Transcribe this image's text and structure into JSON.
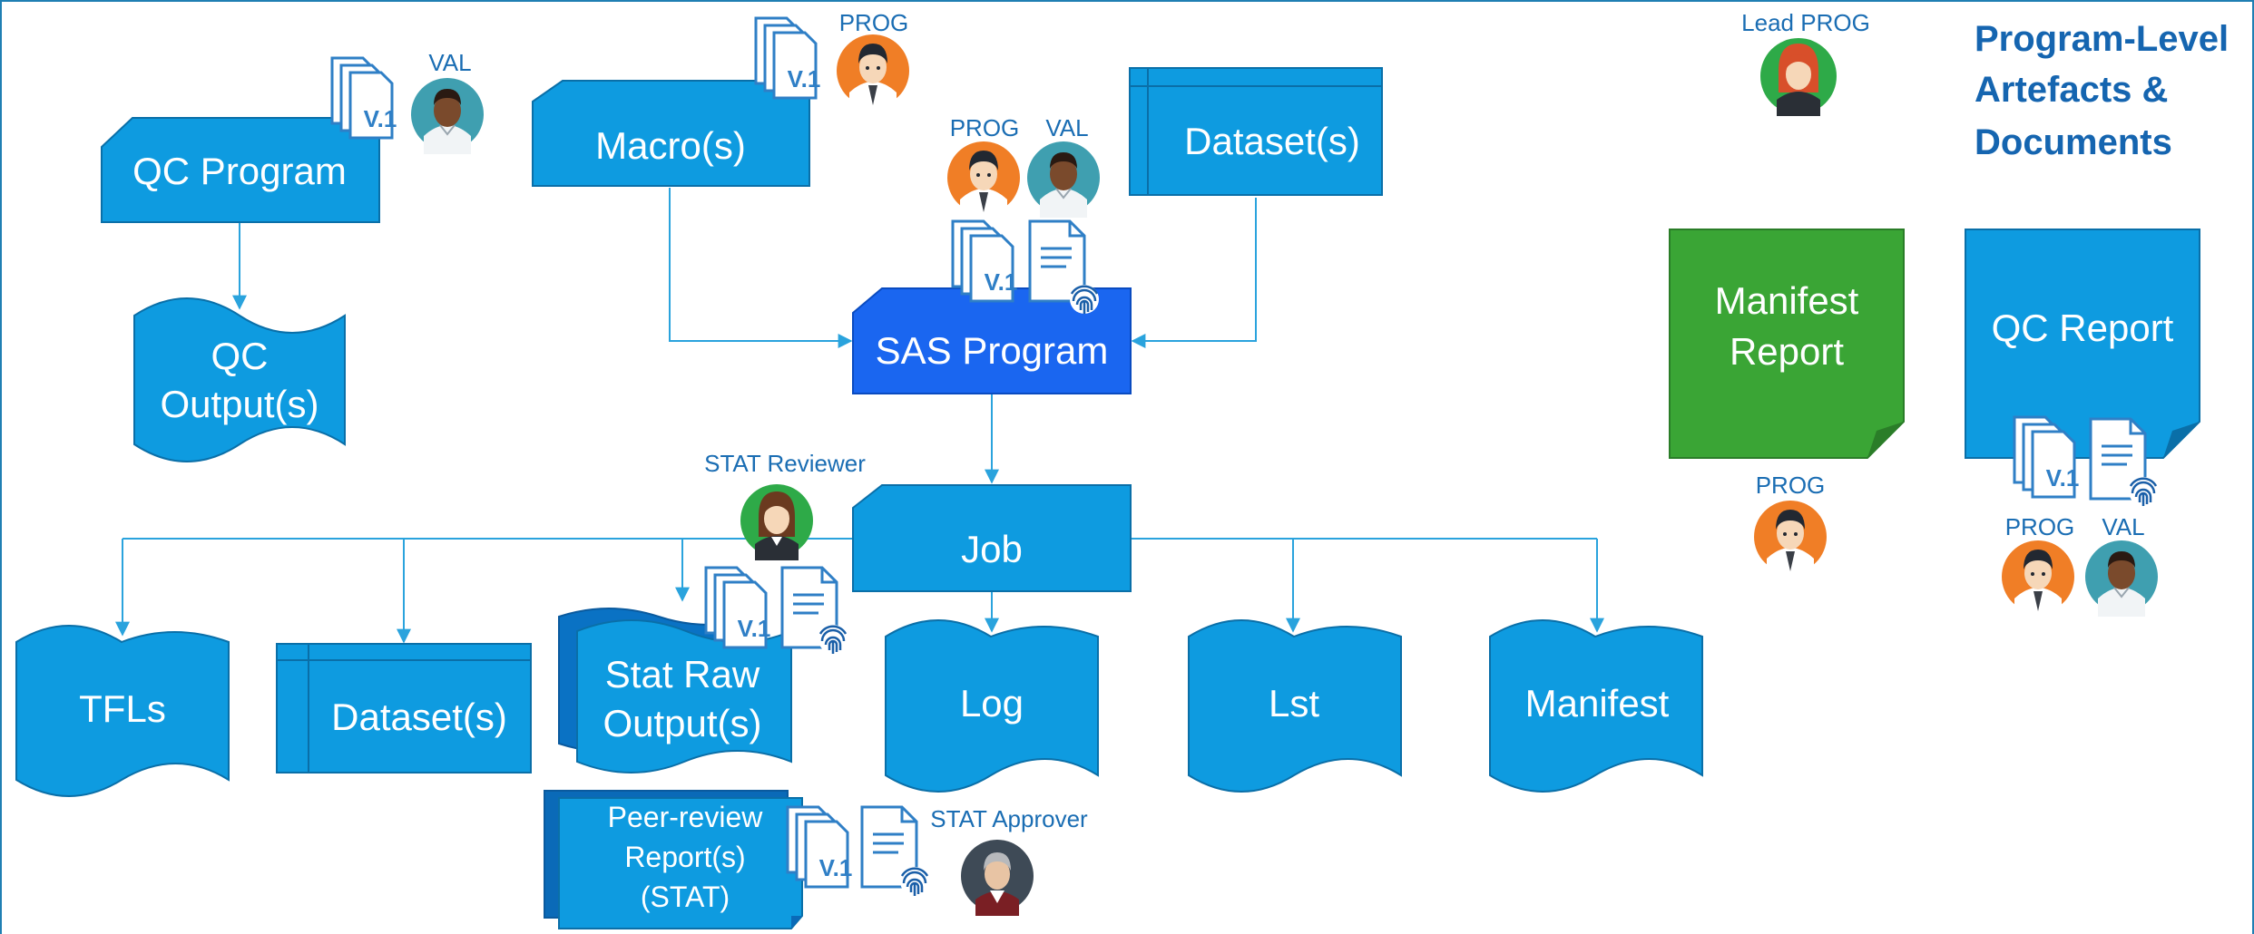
{
  "title": {
    "line1": "Program-Level",
    "line2": "Artefacts &",
    "line3": "Documents"
  },
  "version_badge": "V.1",
  "roles": {
    "prog": "PROG",
    "val": "VAL",
    "lead_prog": "Lead PROG",
    "stat_reviewer": "STAT Reviewer",
    "stat_approver": "STAT Approver"
  },
  "nodes": {
    "qc_program": "QC Program",
    "qc_output_line1": "QC",
    "qc_output_line2": "Output(s)",
    "macros": "Macro(s)",
    "dataset_input": "Dataset(s)",
    "sas_program": "SAS Program",
    "job": "Job",
    "tfls": "TFLs",
    "dataset_output": "Dataset(s)",
    "stat_raw_line1": "Stat Raw",
    "stat_raw_line2": "Output(s)",
    "log": "Log",
    "lst": "Lst",
    "manifest": "Manifest",
    "peer_review_line1": "Peer-review",
    "peer_review_line2": "Report(s)",
    "peer_review_line3": "(STAT)",
    "manifest_report_line1": "Manifest",
    "manifest_report_line2": "Report",
    "qc_report": "QC Report"
  },
  "colors": {
    "shape_fill": "#0e9be0",
    "shape_stroke": "#0a6fa8",
    "sas_program_fill": "#1a66f0",
    "peer_review_fill": "#0a72c4",
    "manifest_report_fill": "#3aa535",
    "connector": "#2aa3dd",
    "border": "#1f7fb3",
    "role_text": "#1a6db3",
    "title_text": "#1565b0",
    "avatar_orange": "#f07e26",
    "avatar_teal": "#3f9fb0",
    "avatar_green": "#2eaa48",
    "avatar_dark": "#3e4a56"
  }
}
